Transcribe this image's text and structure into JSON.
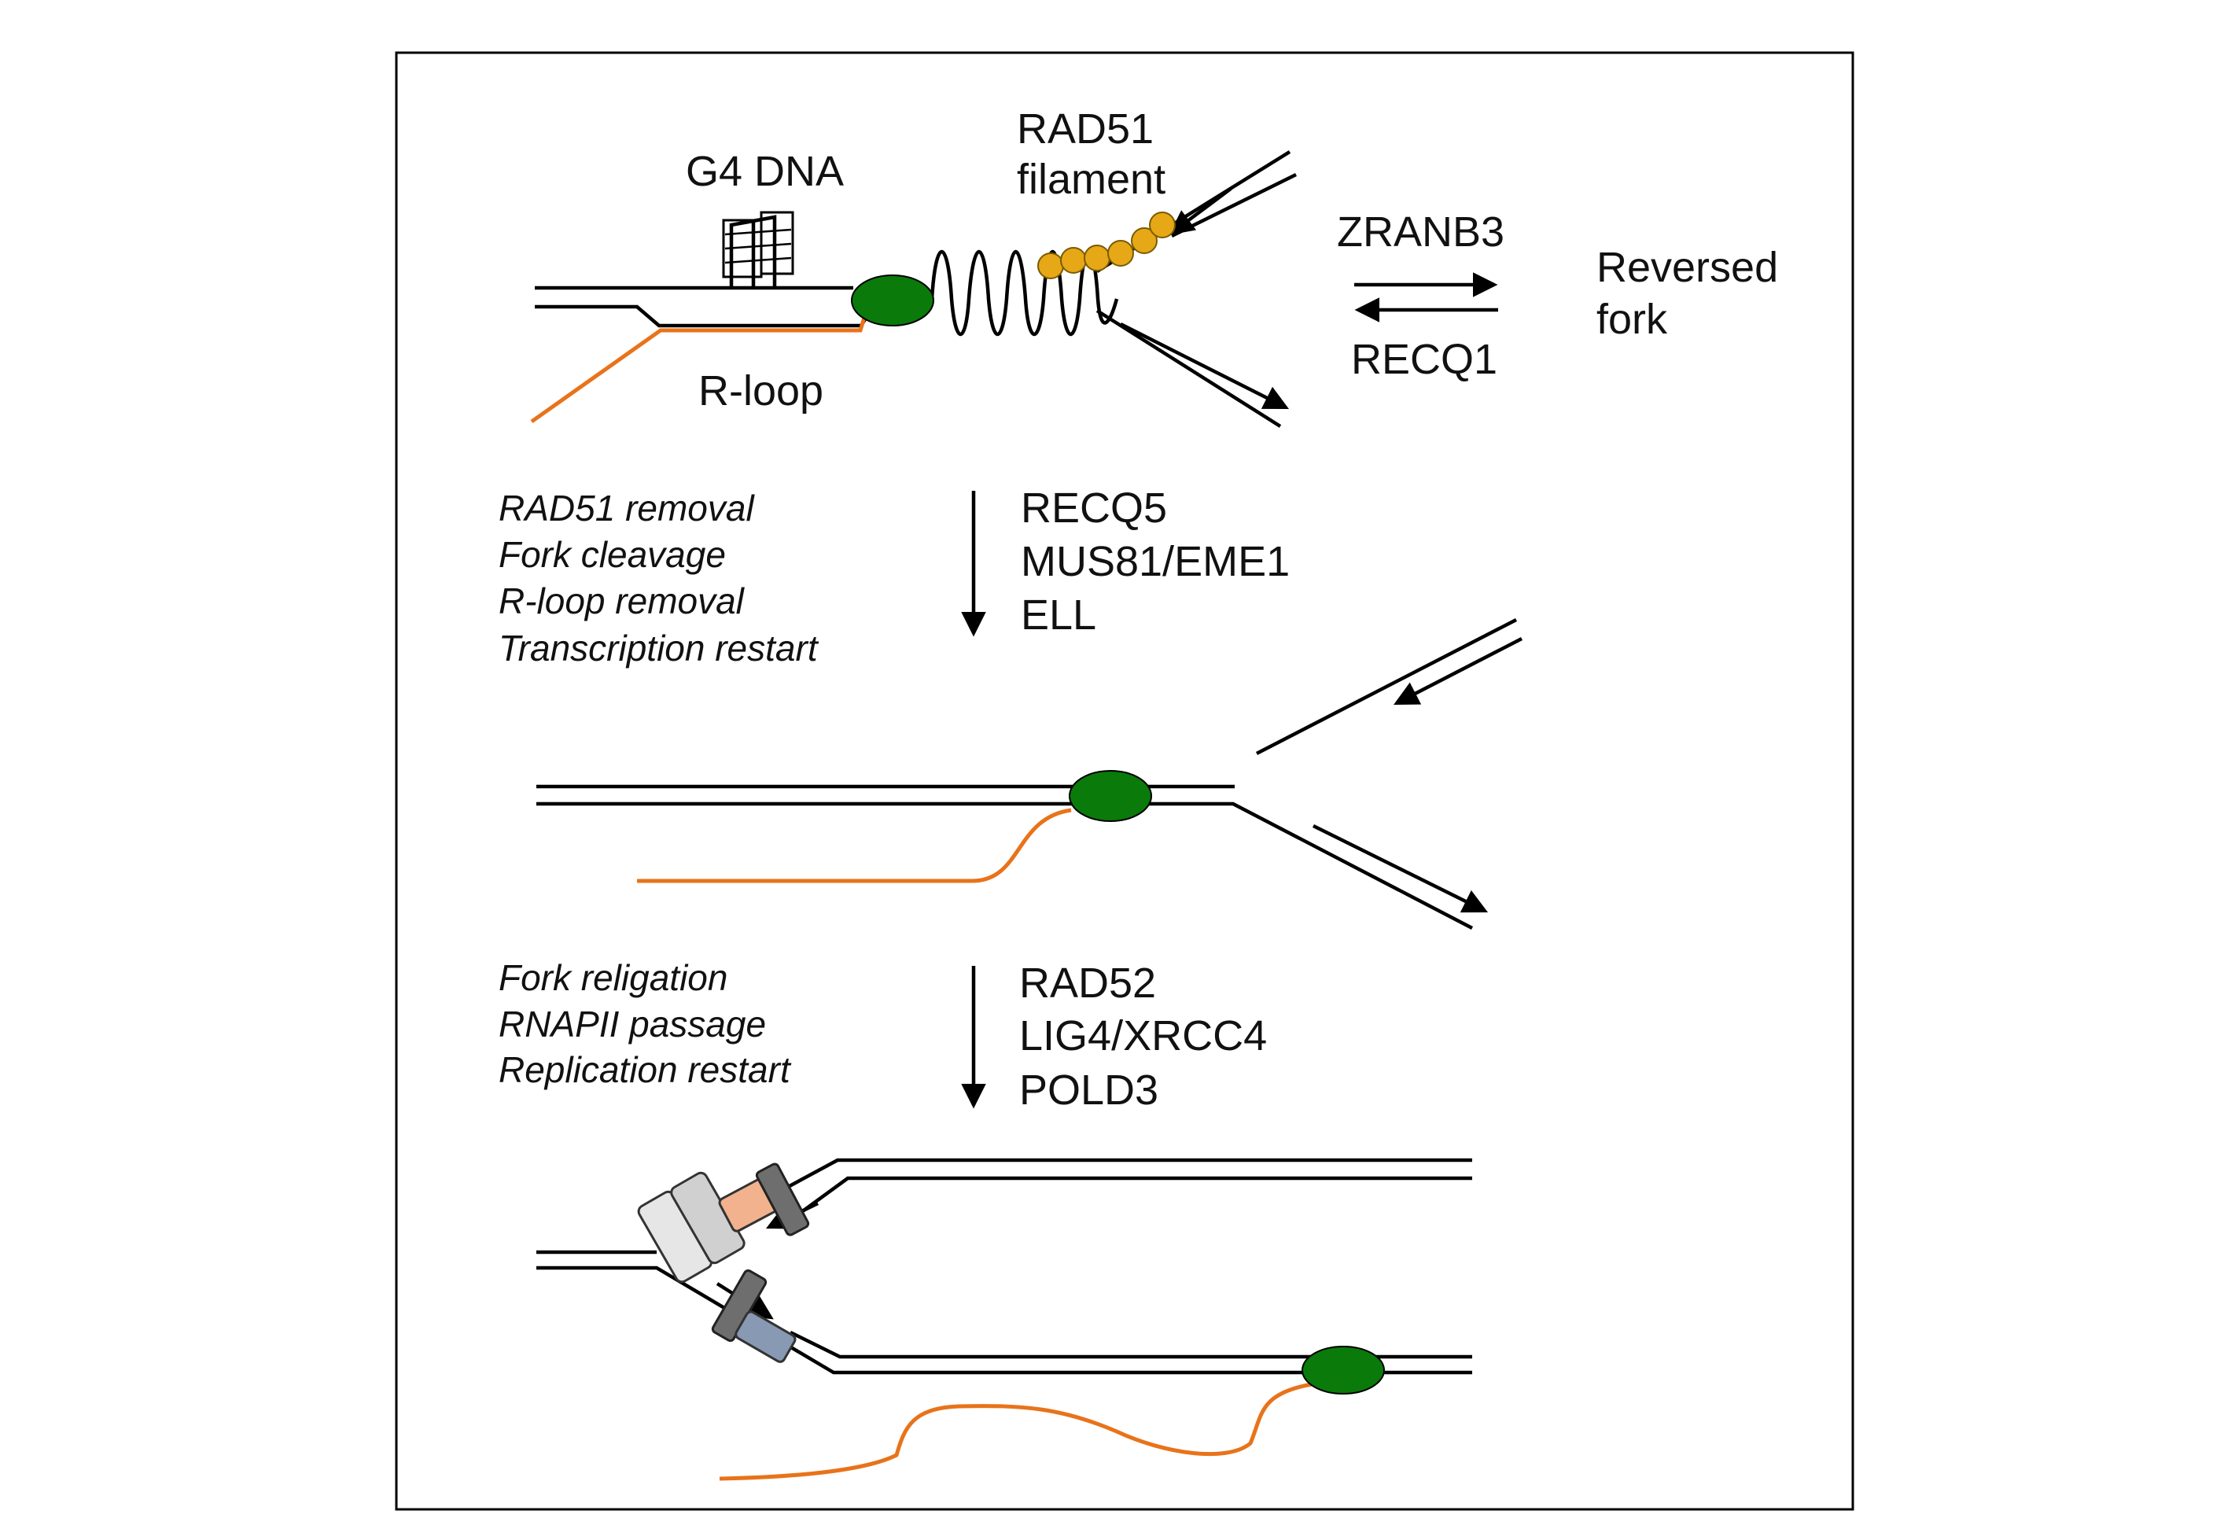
{
  "figure": {
    "top_panel": {
      "g4_label": "G4 DNA",
      "rad51_label_line1": "RAD51",
      "rad51_label_line2": "filament",
      "rloop_label": "R-loop",
      "forward_enzyme": "ZRANB3",
      "reverse_enzyme": "RECQ1",
      "product_line1": "Reversed",
      "product_line2": "fork"
    },
    "step1": {
      "events": [
        "RAD51 removal",
        "Fork cleavage",
        "R-loop removal",
        "Transcription restart"
      ],
      "factors": [
        "RECQ5",
        "MUS81/EME1",
        "ELL"
      ]
    },
    "step2": {
      "events": [
        "Fork religation",
        "RNAPII passage",
        "Replication restart"
      ],
      "factors": [
        "RAD52",
        "LIG4/XRCC4",
        "POLD3"
      ]
    },
    "colors": {
      "dna": "#000000",
      "rna": "#e8731a",
      "rnapii": "#0a7a0a",
      "rad51": "#e6a817",
      "helicase": "#d8d8d8",
      "clamp": "#6e6e6e",
      "polymerase_leading": "#f2b28e",
      "polymerase_lagging": "#8899b3"
    },
    "icons": [
      "g4-quadruplex-icon",
      "rnapii-icon",
      "rad51-monomer-icon",
      "cmg-helicase-icon",
      "pcna-clamp-icon",
      "polymerase-icon"
    ]
  }
}
